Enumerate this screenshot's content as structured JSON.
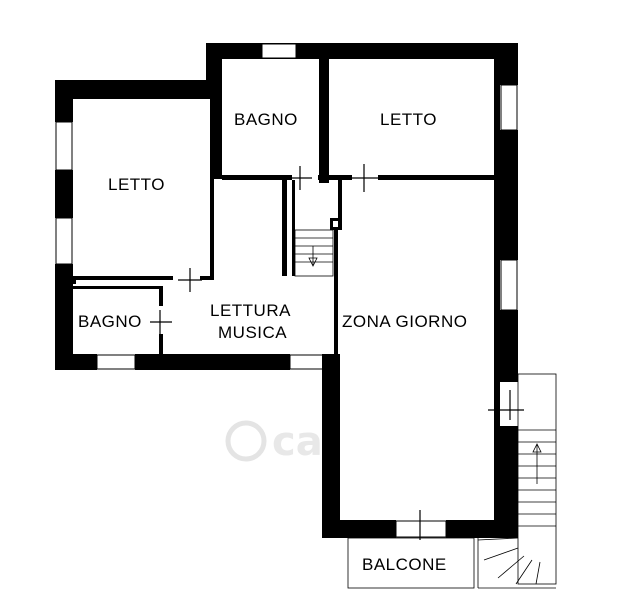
{
  "rooms": {
    "letto_left": "LETTO",
    "bagno_top": "BAGNO",
    "letto_right": "LETTO",
    "bagno_left": "BAGNO",
    "lettura_line1": "LETTURA",
    "lettura_line2": "MUSICA",
    "zona_giorno": "ZONA GIORNO",
    "balcone": "BALCONE"
  },
  "watermark": "casa.it"
}
